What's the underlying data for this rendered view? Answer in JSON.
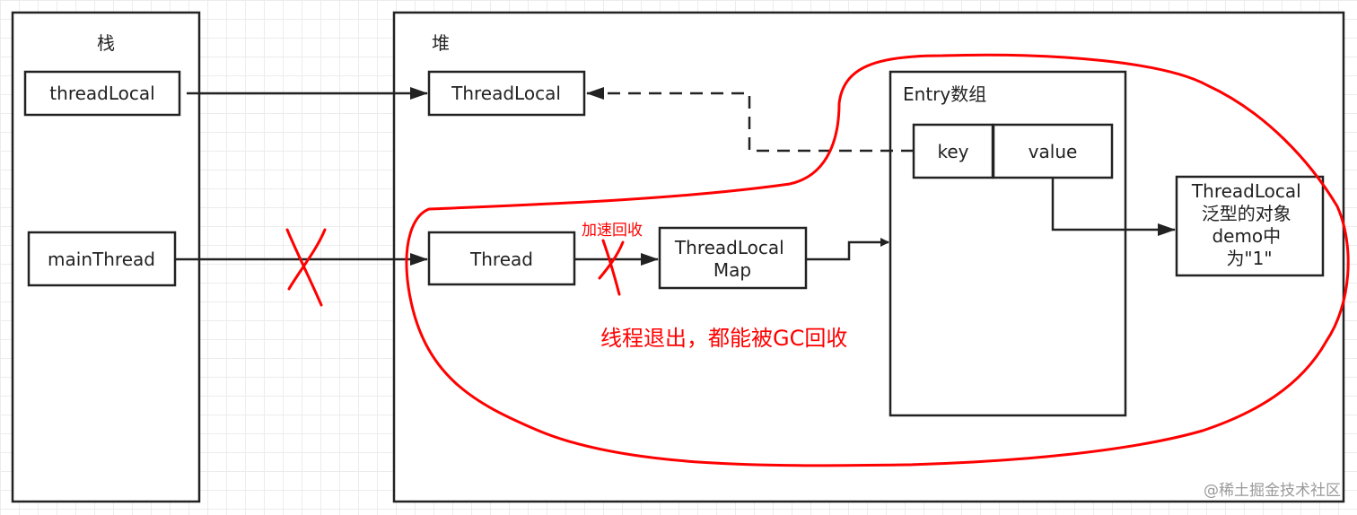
{
  "regions": {
    "stack_title": "栈",
    "heap_title": "堆",
    "entry_array_title": "Entry数组"
  },
  "nodes": {
    "stack_threadlocal": "threadLocal",
    "stack_mainthread": "mainThread",
    "heap_threadlocal": "ThreadLocal",
    "heap_thread": "Thread",
    "threadlocalmap": [
      "ThreadLocal",
      "Map"
    ],
    "entry_key": "key",
    "entry_value": "value",
    "value_object": [
      "ThreadLocal",
      "泛型的对象",
      "demo中",
      "为\"1\""
    ]
  },
  "annotations": {
    "speed_up": "加速回收",
    "gc_note": "线程退出，都能被GC回收"
  },
  "watermark": "@稀土掘金技术社区",
  "colors": {
    "annotation": "#ff0000",
    "line": "#222222",
    "grid": "#ececec"
  }
}
